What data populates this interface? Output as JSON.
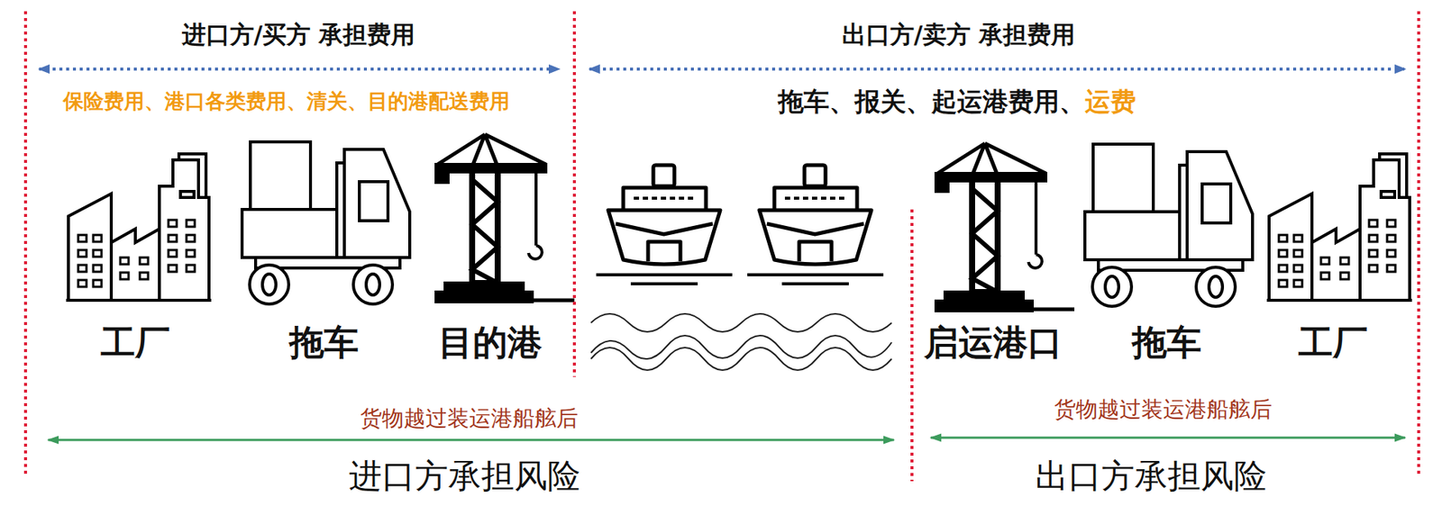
{
  "diagram": {
    "labels": [
      "进口方/买方 承担费用",
      "出口方/卖方 承担费用",
      "保险费用、港口各类费用、清关、目的港配送费用",
      "拖车、报关、起运港费用、",
      "运费",
      "工厂",
      "拖车",
      "目的港",
      "启运港口",
      "拖车",
      "工厂",
      "货物越过装运港船舷后",
      "货物越过装运港船舷后",
      "进口方承担风险",
      "出口方承担风险"
    ]
  }
}
